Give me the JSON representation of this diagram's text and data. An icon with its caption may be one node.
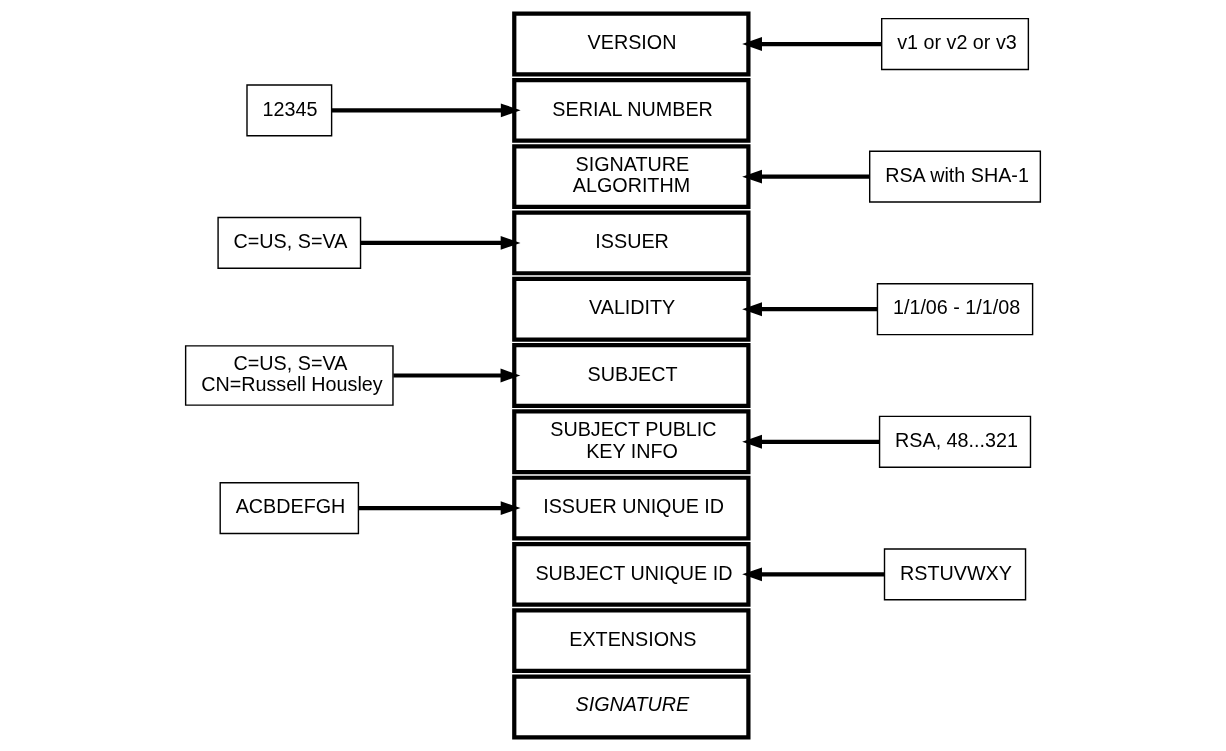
{
  "diagram": {
    "nodes": [
      {
        "text": [
          "VERSION"
        ]
      },
      {
        "text": [
          "SERIAL NUMBER"
        ]
      },
      {
        "text": [
          "SIGNATURE ALGORITHM"
        ]
      },
      {
        "text": [
          "ISSUER"
        ]
      },
      {
        "text": [
          "VALIDITY"
        ]
      },
      {
        "text": [
          "SUBJECT"
        ]
      },
      {
        "text": [
          "SUBJECT PUBLIC KEY INFO"
        ]
      },
      {
        "text": [
          "ISSUER UNIQUE ID"
        ]
      },
      {
        "text": [
          "SUBJECT UNIQUE ID"
        ]
      },
      {
        "text": [
          "EXTENSIONS"
        ]
      },
      {
        "text": [
          "SIGNATURE"
        ]
      },
      {
        "text": [
          "v1 or v2 or v3"
        ]
      },
      {
        "text": [
          "12345"
        ]
      },
      {
        "text": [
          "RSA with SHA-1"
        ]
      },
      {
        "text": [
          "C=US, S=VA"
        ]
      },
      {
        "text": [
          "1/1/06 - 1/1/08"
        ]
      },
      {
        "text": [
          "C=US, S=VA",
          "CN=Russell Housley"
        ]
      },
      {
        "text": [
          "RSA, 48...321"
        ]
      },
      {
        "text": [
          "ACBDEFGH"
        ]
      },
      {
        "text": [
          "RSTUVWXY"
        ]
      }
    ],
    "edges": [
      {
        "from": 11,
        "to": 0,
        "arrow": "to"
      },
      {
        "from": 12,
        "to": 1,
        "arrow": "to"
      },
      {
        "from": 13,
        "to": 2,
        "arrow": "to"
      },
      {
        "from": 14,
        "to": 3,
        "arrow": "to"
      },
      {
        "from": 15,
        "to": 4,
        "arrow": "to"
      },
      {
        "from": 16,
        "to": 5,
        "arrow": "to"
      },
      {
        "from": 17,
        "to": 6,
        "arrow": "to"
      },
      {
        "from": 18,
        "to": 7,
        "arrow": "to"
      },
      {
        "from": 19,
        "to": 8,
        "arrow": "to"
      }
    ]
  }
}
